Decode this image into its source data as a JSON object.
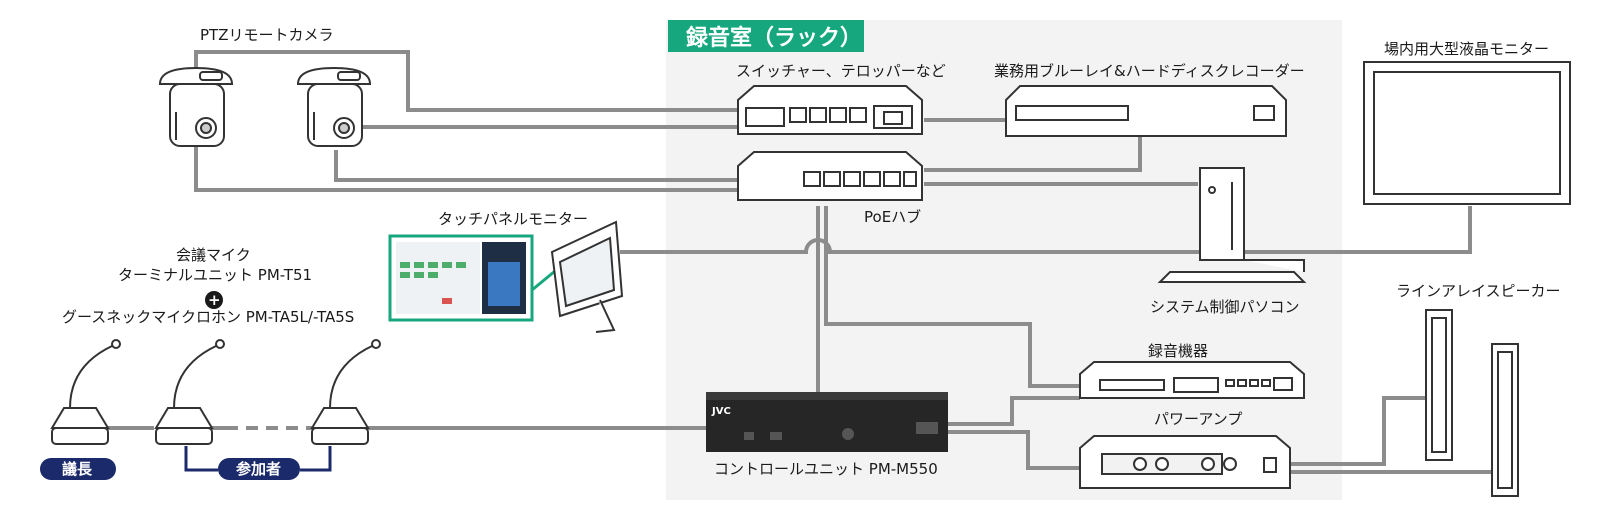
{
  "room": {
    "title": "録音室（ラック）"
  },
  "devices": {
    "ptz_camera": "PTZリモートカメラ",
    "switcher": "スイッチャー、テロッパーなど",
    "recorder_bd": "業務用ブルーレイ&ハードディスクレコーダー",
    "venue_monitor": "場内用大型液晶モニター",
    "poe_hub": "PoEハブ",
    "touch_panel": "タッチパネルモニター",
    "system_pc": "システム制御パソコン",
    "recording_device": "録音機器",
    "line_array": "ラインアレイスピーカー",
    "power_amp": "パワーアンプ",
    "control_unit": "コントロールユニット PM-M550",
    "mic_line1": "会議マイク",
    "mic_line2": "ターミナルユニット PM-T51",
    "mic_line3": "グースネックマイクロホン PM-TA5L/-TA5S",
    "plus_symbol": "+"
  },
  "badges": {
    "chair": "議長",
    "participants": "参加者"
  },
  "unit_brand": "JVC",
  "colors": {
    "accent": "#17a77e",
    "navy": "#1b2a6b",
    "line": "#8c8c8c",
    "room_bg": "#f3f3f3",
    "device": "#333333"
  }
}
